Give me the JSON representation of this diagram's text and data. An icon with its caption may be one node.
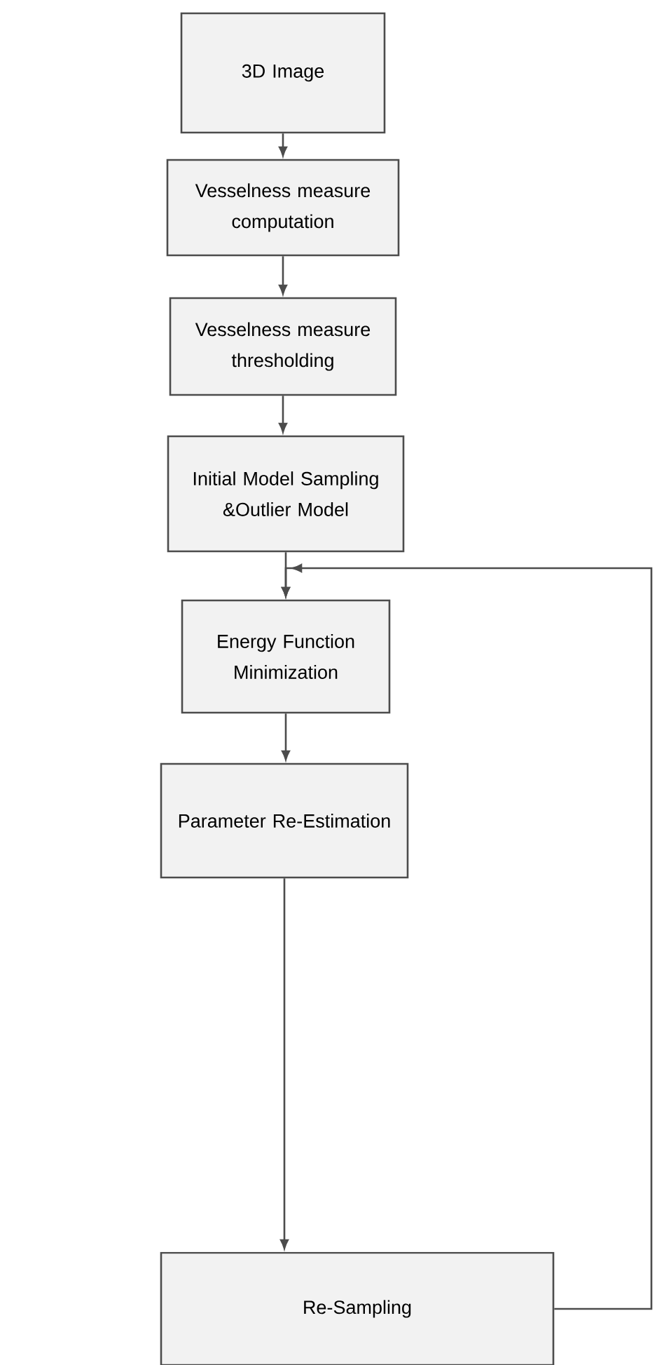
{
  "diagram": {
    "nodes": [
      {
        "text": [
          "3D Image"
        ]
      },
      {
        "text": [
          "Vesselness measure computation"
        ]
      },
      {
        "text": [
          "Vesselness measure thresholding"
        ]
      },
      {
        "text": [
          "Initial Model Sampling &Outlier Model"
        ]
      },
      {
        "text": [
          "Energy Function Minimization"
        ]
      },
      {
        "text": [
          "Parameter Re-Estimation"
        ]
      },
      {
        "text": [
          "Re-Sampling"
        ]
      }
    ],
    "edges": [
      {
        "from": 0,
        "to": 1,
        "arrow": "to"
      },
      {
        "from": 1,
        "to": 2,
        "arrow": "to"
      },
      {
        "from": 2,
        "to": 3,
        "arrow": "to"
      },
      {
        "from": 3,
        "to": 4,
        "arrow": "to"
      },
      {
        "from": 4,
        "to": 5,
        "arrow": "to"
      },
      {
        "from": 5,
        "to": 6,
        "arrow": "to"
      },
      {
        "from": 6,
        "to": 4,
        "arrow": "to"
      }
    ]
  }
}
